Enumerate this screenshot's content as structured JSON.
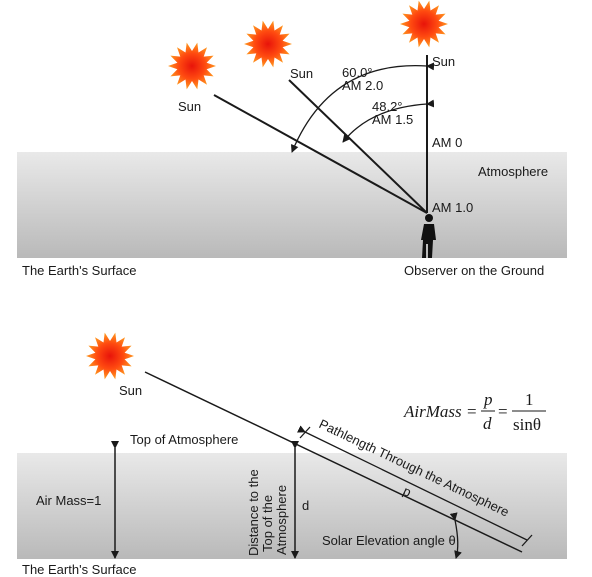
{
  "top_panel": {
    "sun_labels": [
      "Sun",
      "Sun",
      "Sun"
    ],
    "angle_60": "60.0°",
    "am_2_0": "AM 2.0",
    "angle_48": "48.2°",
    "am_1_5": "AM 1.5",
    "am_0": "AM 0",
    "am_1_0": "AM 1.0",
    "atmosphere": "Atmosphere",
    "earth_surface": "The Earth's Surface",
    "observer": "Observer on the Ground"
  },
  "bottom_panel": {
    "sun": "Sun",
    "top_of_atmosphere": "Top of Atmosphere",
    "air_mass_1": "Air Mass=1",
    "distance_label": [
      "Distance to the",
      "Top of the",
      "Atmosphere"
    ],
    "d": "d",
    "p": "p",
    "pathlength": "Pathlength Through the Atmosphere",
    "solar_elevation": "Solar Elevation angle θ",
    "earth_surface": "The Earth's Surface",
    "equation": {
      "lhs": "AirMass",
      "eq1": "=",
      "num1": "p",
      "den1": "d",
      "eq2": "=",
      "num2": "1",
      "den2": "sinθ"
    }
  },
  "colors": {
    "sun_outer": "#ff7a00",
    "sun_inner": "#e8140a",
    "atmosphere_top": "#e6e6e6",
    "atmosphere_bottom": "#bdbdbd",
    "line": "#1a1a1a"
  }
}
